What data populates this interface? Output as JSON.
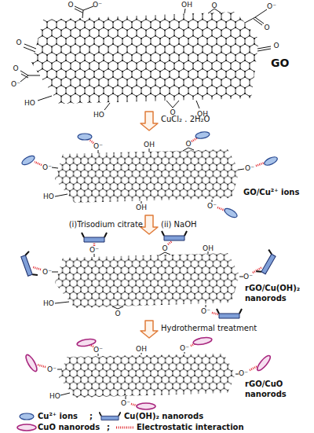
{
  "diagram": {
    "nodes": [
      {
        "text": [
          "GO"
        ]
      },
      {
        "text": [
          "GO/Cu²⁺ ions"
        ]
      },
      {
        "text": [
          "rGO/Cu(OH)₂ nanorods"
        ]
      },
      {
        "text": [
          "rGO/CuO nanorods"
        ]
      }
    ],
    "edges": [
      {
        "from": 0,
        "to": 1,
        "arrow": "to",
        "label": "CuCl₂ . 2H₂O"
      },
      {
        "from": 1,
        "to": 2,
        "arrow": "to",
        "label": "(i)Trisodium citrate"
      },
      {
        "from": 2,
        "to": 3,
        "arrow": "to",
        "label": "Hydrothermal treatment"
      }
    ],
    "labels": [
      "O⁻",
      "O",
      "OH",
      "O",
      "O⁻",
      "O",
      "O",
      "O",
      "O⁻",
      "HO",
      "HO",
      "O",
      "OH",
      "O",
      "O⁻",
      "OH",
      "O",
      "O⁻",
      "HO",
      "O⁻",
      "O⁻",
      "OH",
      "O⁻",
      "O",
      "OH",
      "O⁻",
      "O⁻",
      "HO",
      "O⁻",
      "O",
      "O⁻",
      "OH",
      "O⁻",
      "O⁻",
      "O⁻",
      "O⁻",
      "HO",
      "(ii) NaOH",
      ";",
      ";"
    ],
    "legend": [
      {
        "text": "Cu²⁺ ions"
      },
      {
        "text": "Cu(OH)₂ nanorods"
      },
      {
        "text": "CuO nanorods"
      },
      {
        "text": "Electrostatic interaction"
      }
    ]
  }
}
